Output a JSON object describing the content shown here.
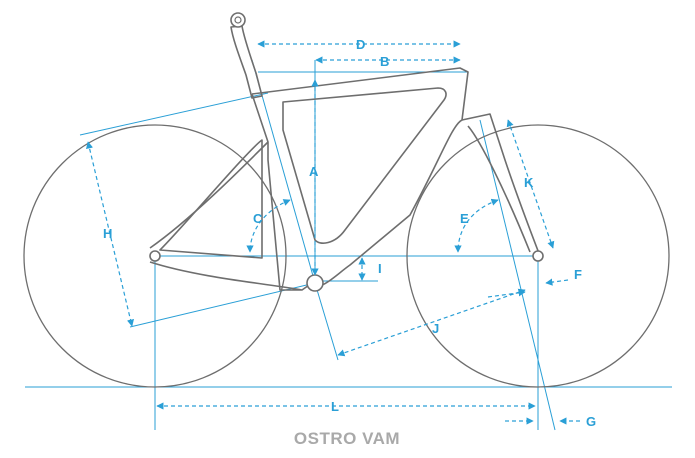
{
  "title": "OSTRO VAM",
  "dimension_labels": {
    "A": "A",
    "B": "B",
    "C": "C",
    "D": "D",
    "E": "E",
    "F": "F",
    "G": "G",
    "H": "H",
    "I": "I",
    "J": "J",
    "K": "K",
    "L": "L"
  },
  "colors": {
    "dimension": "#2a9fd6",
    "frame": "#6e6e6e",
    "title": "#a9a9a9"
  }
}
